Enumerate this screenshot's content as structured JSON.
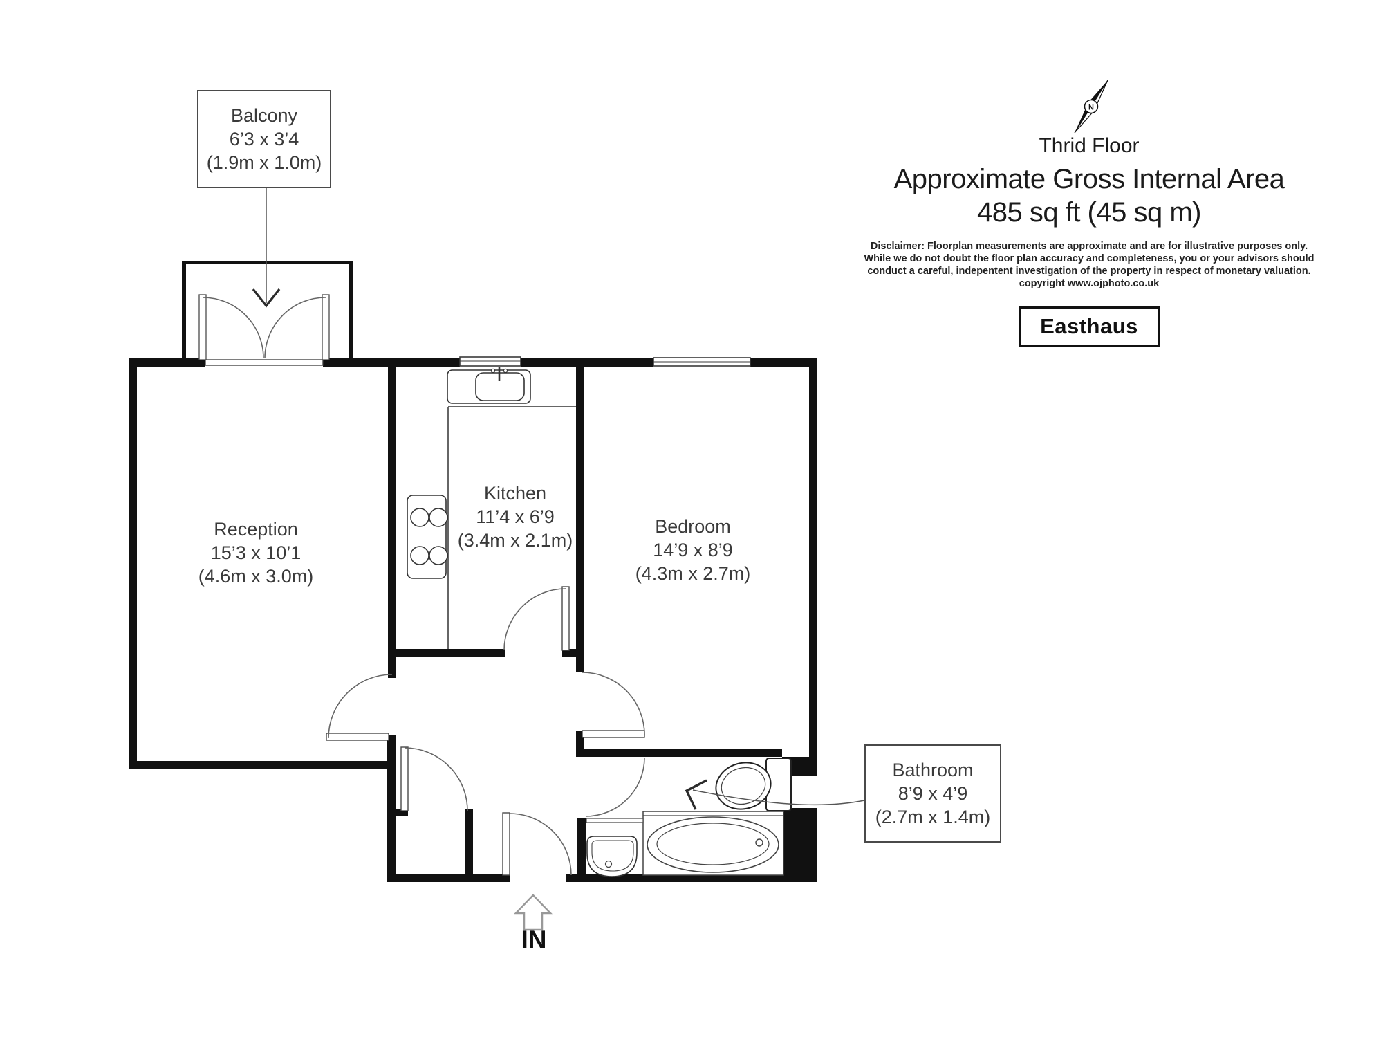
{
  "header": {
    "floor": "Thrid Floor",
    "area_title": "Approximate Gross Internal Area",
    "area_value": "485 sq ft (45 sq m)",
    "disclaimer_lines": [
      "Disclaimer: Floorplan measurements are approximate and are for illustrative purposes only.",
      "While we do not doubt the floor plan accuracy and completeness, you or your advisors should",
      "conduct a careful, indepentent investigation of the property in respect of monetary valuation.",
      "copyright www.ojphoto.co.uk"
    ],
    "brand": "Easthaus",
    "compass_n": "N"
  },
  "rooms": {
    "balcony": {
      "name": "Balcony",
      "imperial": "6’3 x 3’4",
      "metric": "(1.9m x 1.0m)"
    },
    "reception": {
      "name": "Reception",
      "imperial": "15’3 x 10’1",
      "metric": "(4.6m x 3.0m)"
    },
    "kitchen": {
      "name": "Kitchen",
      "imperial": "11’4 x 6’9",
      "metric": "(3.4m x 2.1m)"
    },
    "bedroom": {
      "name": "Bedroom",
      "imperial": "14’9 x 8’9",
      "metric": "(4.3m x 2.7m)"
    },
    "bathroom": {
      "name": "Bathroom",
      "imperial": "8’9 x 4’9",
      "metric": "(2.7m x 1.4m)"
    }
  },
  "entrance": {
    "label": "IN"
  }
}
